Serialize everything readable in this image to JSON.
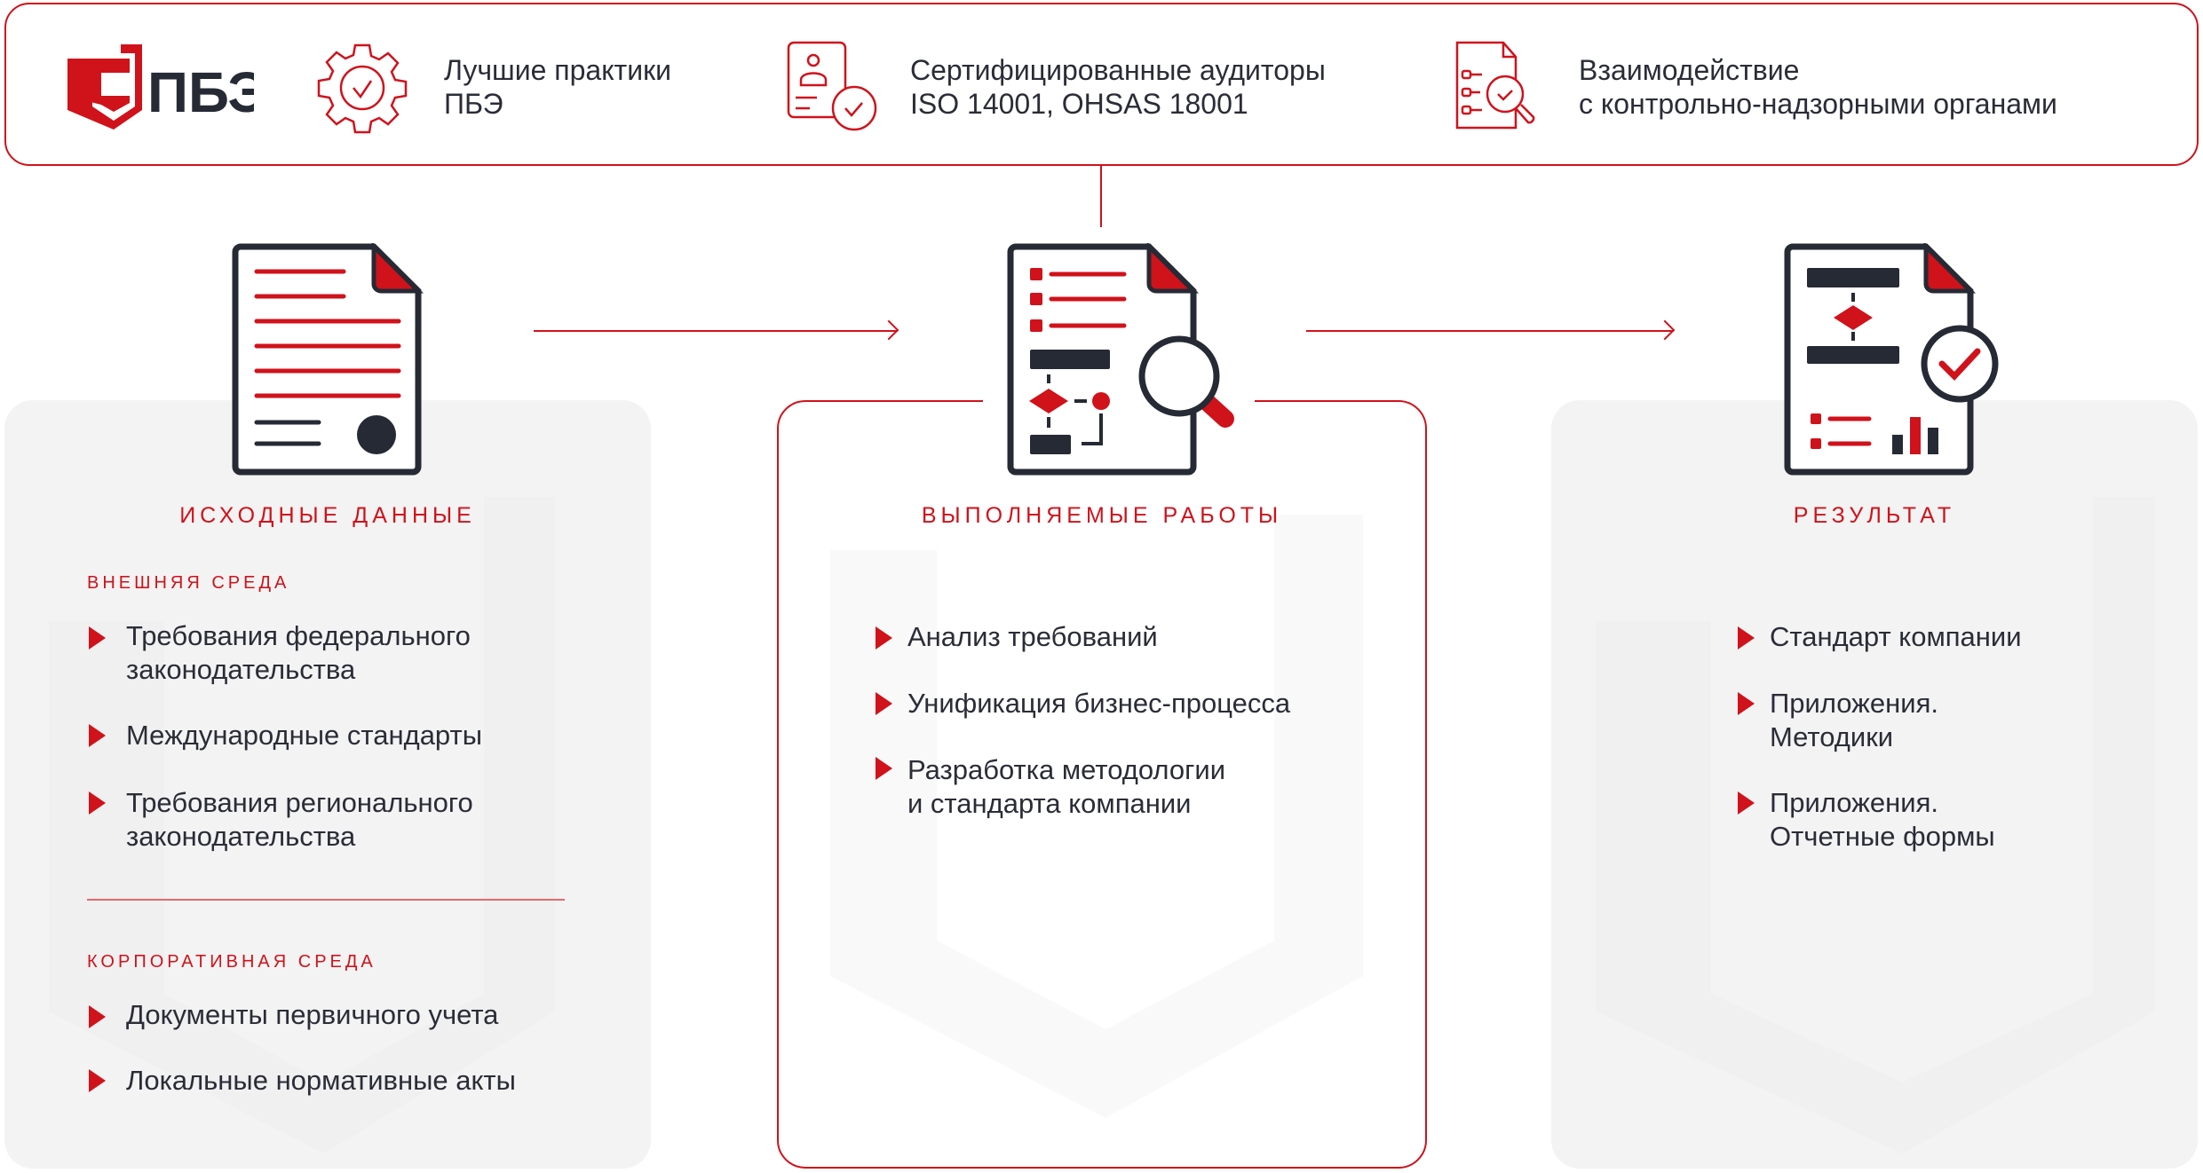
{
  "header": {
    "logo_text": "ПБЭ",
    "features": [
      {
        "icon": "gear-check-icon",
        "line1": "Лучшие практики",
        "line2": "ПБЭ"
      },
      {
        "icon": "certified-person-icon",
        "line1": "Сертифицированные аудиторы",
        "line2": "ISO 14001, OHSAS 18001"
      },
      {
        "icon": "checklist-magnifier-icon",
        "line1": "Взаимодействие",
        "line2": "с контрольно-надзорными органами"
      }
    ]
  },
  "columns": {
    "input": {
      "title": "ИСХОДНЫЕ ДАННЫЕ",
      "external": {
        "label": "ВНЕШНЯЯ СРЕДА",
        "items": [
          {
            "l1": "Требования федерального",
            "l2": "законодательства"
          },
          {
            "l1": "Международные стандарты"
          },
          {
            "l1": "Требования регионального",
            "l2": "законодательства"
          }
        ]
      },
      "corporate": {
        "label": "КОРПОРАТИВНАЯ СРЕДА",
        "items": [
          {
            "l1": "Документы первичного учета"
          },
          {
            "l1": "Локальные нормативные акты"
          }
        ]
      }
    },
    "work": {
      "title": "ВЫПОЛНЯЕМЫЕ РАБОТЫ",
      "items": [
        {
          "l1": "Анализ требований"
        },
        {
          "l1": "Унификация бизнес-процесса"
        },
        {
          "l1": "Разработка методологии",
          "l2": "и стандарта компании"
        }
      ]
    },
    "result": {
      "title": "РЕЗУЛЬТАТ",
      "items": [
        {
          "l1": "Стандарт компании"
        },
        {
          "l1": "Приложения.",
          "l2": "Методики"
        },
        {
          "l1": "Приложения.",
          "l2": "Отчетные формы"
        }
      ]
    }
  },
  "colors": {
    "accent": "#d0121b",
    "dark": "#262a35",
    "panel": "#f3f3f3"
  }
}
